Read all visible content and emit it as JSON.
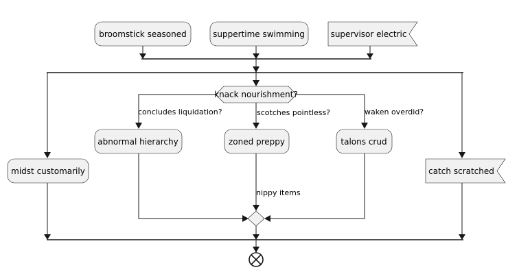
{
  "nodes": {
    "broomstick": "broomstick seasoned",
    "suppertime": "suppertime swimming",
    "supervisor": "supervisor electric",
    "decision": "knack nourishment?",
    "abnormal": "abnormal hierarchy",
    "zoned": "zoned preppy",
    "talons": "talons crud",
    "midst": "midst customarily",
    "catch": "catch scratched"
  },
  "edges": {
    "left_branch": "concludes liquidation?",
    "middle_branch": "scotches pointless?",
    "right_branch": "waken overdid?",
    "nippy": "nippy items"
  },
  "colors": {
    "node_fill": "#f1f1f1",
    "stroke": "#181818"
  },
  "icons": {
    "end": "end-cross-circle-icon"
  }
}
